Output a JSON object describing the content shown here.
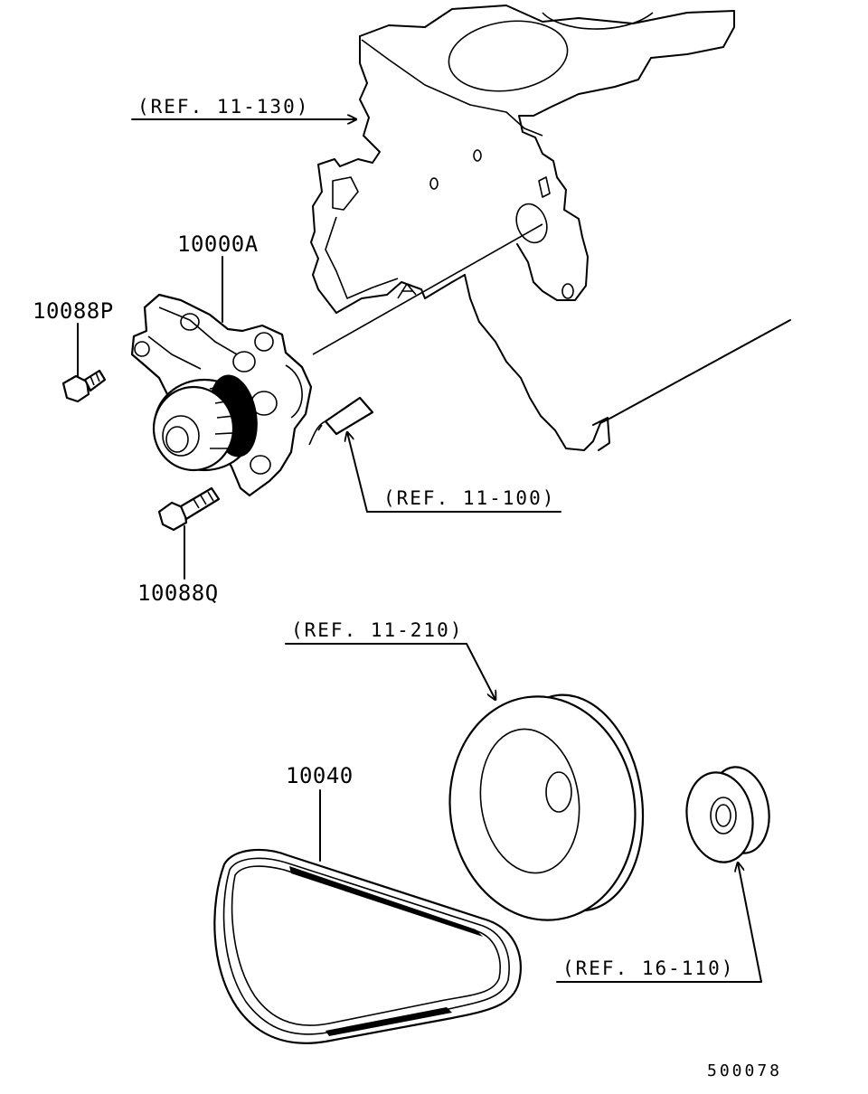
{
  "labels": {
    "water_pump": "10000A",
    "bolt_p": "10088P",
    "bolt_q": "10088Q",
    "belt": "10040"
  },
  "references": {
    "timing_case": "(REF. 11-130)",
    "gasket": "(REF. 11-100)",
    "crank_pulley": "(REF. 11-210)",
    "idler_pulley": "(REF. 16-110)"
  },
  "diagram_code": "500078"
}
